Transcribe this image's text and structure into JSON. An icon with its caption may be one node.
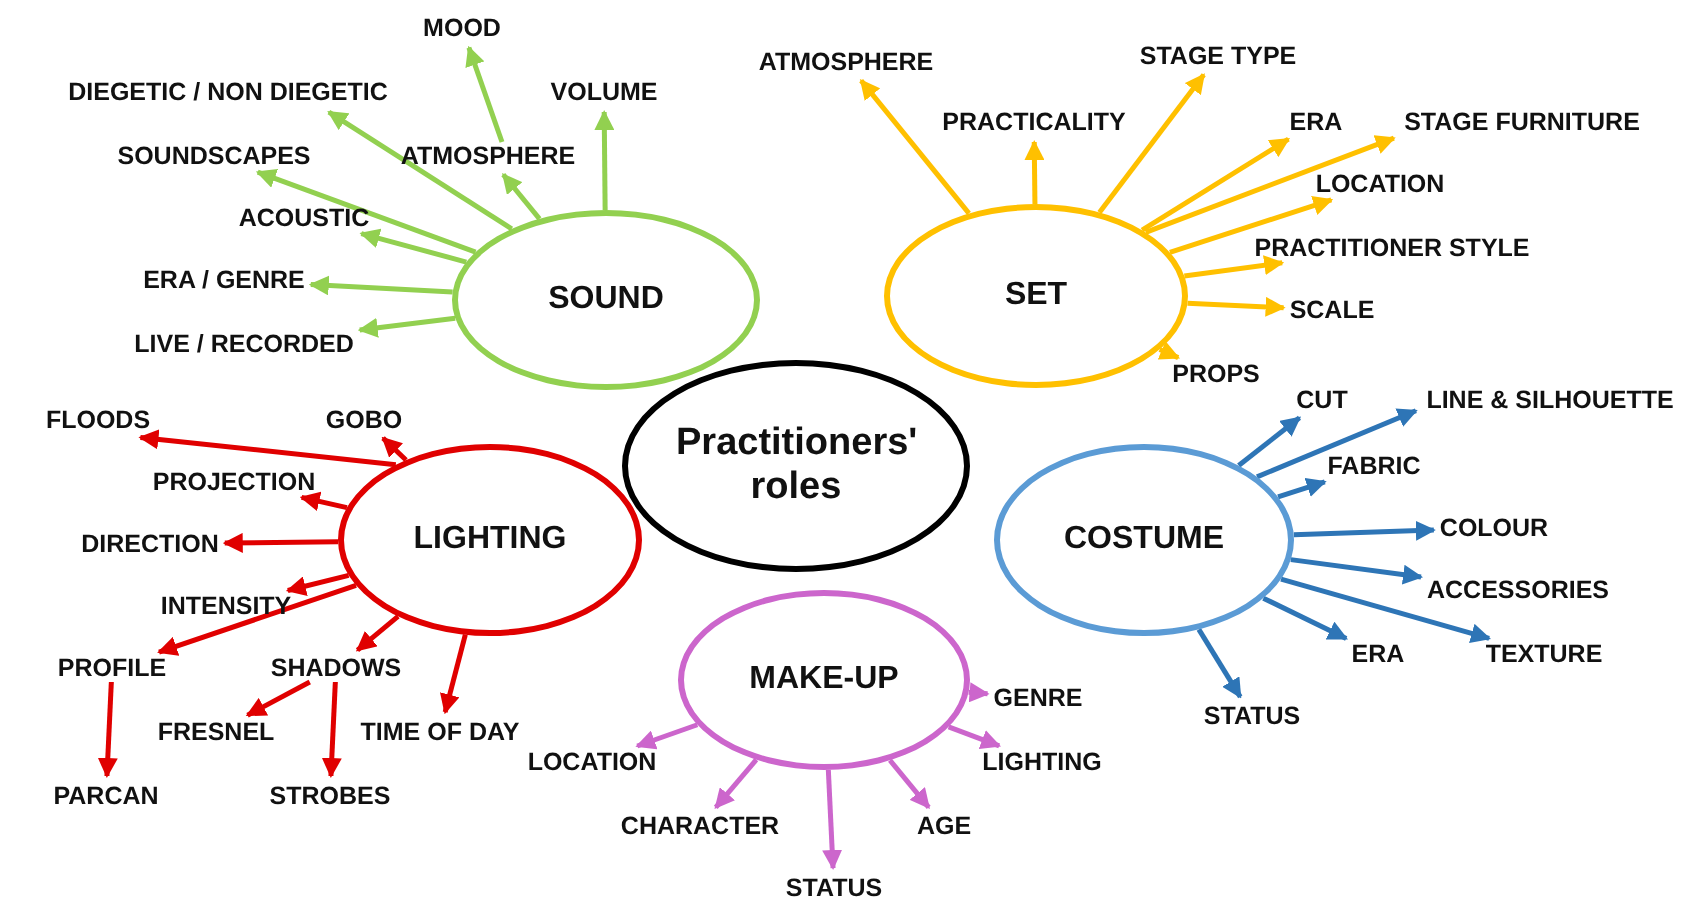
{
  "diagram": {
    "nodes": [
      {
        "text": [
          "Practitioners' roles"
        ]
      },
      {
        "text": [
          "SOUND"
        ]
      },
      {
        "text": [
          "SET"
        ]
      },
      {
        "text": [
          "LIGHTING"
        ]
      },
      {
        "text": [
          "COSTUME"
        ]
      },
      {
        "text": [
          "MAKE-UP"
        ]
      },
      {
        "text": [
          "MOOD"
        ]
      },
      {
        "text": [
          "DIEGETIC / NON DIEGETIC"
        ]
      },
      {
        "text": [
          "VOLUME"
        ]
      },
      {
        "text": [
          "SOUNDSCAPES"
        ]
      },
      {
        "text": [
          "ATMOSPHERE"
        ]
      },
      {
        "text": [
          "ACOUSTIC"
        ]
      },
      {
        "text": [
          "ERA / GENRE"
        ]
      },
      {
        "text": [
          "LIVE / RECORDED"
        ]
      },
      {
        "text": [
          "ATMOSPHERE"
        ]
      },
      {
        "text": [
          "STAGE TYPE"
        ]
      },
      {
        "text": [
          "PRACTICALITY"
        ]
      },
      {
        "text": [
          "ERA"
        ]
      },
      {
        "text": [
          "STAGE FURNITURE"
        ]
      },
      {
        "text": [
          "LOCATION"
        ]
      },
      {
        "text": [
          "PRACTITIONER STYLE"
        ]
      },
      {
        "text": [
          "SCALE"
        ]
      },
      {
        "text": [
          "PROPS"
        ]
      },
      {
        "text": [
          "FLOODS"
        ]
      },
      {
        "text": [
          "GOBO"
        ]
      },
      {
        "text": [
          "PROJECTION"
        ]
      },
      {
        "text": [
          "DIRECTION"
        ]
      },
      {
        "text": [
          "INTENSITY"
        ]
      },
      {
        "text": [
          "PROFILE"
        ]
      },
      {
        "text": [
          "SHADOWS"
        ]
      },
      {
        "text": [
          "FRESNEL"
        ]
      },
      {
        "text": [
          "TIME OF DAY"
        ]
      },
      {
        "text": [
          "PARCAN"
        ]
      },
      {
        "text": [
          "STROBES"
        ]
      },
      {
        "text": [
          "CUT"
        ]
      },
      {
        "text": [
          "LINE & SILHOUETTE"
        ]
      },
      {
        "text": [
          "FABRIC"
        ]
      },
      {
        "text": [
          "COLOUR"
        ]
      },
      {
        "text": [
          "ACCESSORIES"
        ]
      },
      {
        "text": [
          "ERA"
        ]
      },
      {
        "text": [
          "TEXTURE"
        ]
      },
      {
        "text": [
          "STATUS"
        ]
      },
      {
        "text": [
          "GENRE"
        ]
      },
      {
        "text": [
          "LOCATION"
        ]
      },
      {
        "text": [
          "LIGHTING"
        ]
      },
      {
        "text": [
          "CHARACTER"
        ]
      },
      {
        "text": [
          "AGE"
        ]
      },
      {
        "text": [
          "STATUS"
        ]
      }
    ],
    "edges": [
      {
        "from": 10,
        "to": 6,
        "arrow": "to",
        "color": "#92d050"
      },
      {
        "from": 1,
        "to": 7,
        "arrow": "to",
        "color": "#92d050"
      },
      {
        "from": 1,
        "to": 8,
        "arrow": "to",
        "color": "#92d050"
      },
      {
        "from": 1,
        "to": 9,
        "arrow": "to",
        "color": "#92d050"
      },
      {
        "from": 1,
        "to": 10,
        "arrow": "to",
        "color": "#92d050"
      },
      {
        "from": 1,
        "to": 11,
        "arrow": "to",
        "color": "#92d050"
      },
      {
        "from": 1,
        "to": 12,
        "arrow": "to",
        "color": "#92d050"
      },
      {
        "from": 1,
        "to": 13,
        "arrow": "to",
        "color": "#92d050"
      },
      {
        "from": 2,
        "to": 14,
        "arrow": "to",
        "color": "#ffc000"
      },
      {
        "from": 2,
        "to": 15,
        "arrow": "to",
        "color": "#ffc000"
      },
      {
        "from": 2,
        "to": 16,
        "arrow": "to",
        "color": "#ffc000"
      },
      {
        "from": 2,
        "to": 17,
        "arrow": "to",
        "color": "#ffc000"
      },
      {
        "from": 2,
        "to": 18,
        "arrow": "to",
        "color": "#ffc000"
      },
      {
        "from": 2,
        "to": 19,
        "arrow": "to",
        "color": "#ffc000"
      },
      {
        "from": 2,
        "to": 20,
        "arrow": "to",
        "color": "#ffc000"
      },
      {
        "from": 2,
        "to": 21,
        "arrow": "to",
        "color": "#ffc000"
      },
      {
        "from": 2,
        "to": 22,
        "arrow": "to",
        "color": "#ffc000"
      },
      {
        "from": 3,
        "to": 23,
        "arrow": "to"
      },
      {
        "from": 3,
        "to": 24,
        "arrow": "to"
      },
      {
        "from": 3,
        "to": 25,
        "arrow": "to"
      },
      {
        "from": 3,
        "to": 26,
        "arrow": "to"
      },
      {
        "from": 3,
        "to": 27,
        "arrow": "to"
      },
      {
        "from": 3,
        "to": 28,
        "arrow": "to"
      },
      {
        "from": 3,
        "to": 29,
        "arrow": "to"
      },
      {
        "from": 29,
        "to": 30,
        "arrow": "to"
      },
      {
        "from": 3,
        "to": 31,
        "arrow": "to"
      },
      {
        "from": 28,
        "to": 32,
        "arrow": "to"
      },
      {
        "from": 29,
        "to": 33,
        "arrow": "to"
      },
      {
        "from": 4,
        "to": 34,
        "arrow": "to",
        "color": "#2e75b6"
      },
      {
        "from": 4,
        "to": 35,
        "arrow": "to",
        "color": "#2e75b6"
      },
      {
        "from": 4,
        "to": 36,
        "arrow": "to",
        "color": "#2e75b6"
      },
      {
        "from": 4,
        "to": 37,
        "arrow": "to",
        "color": "#2e75b6"
      },
      {
        "from": 4,
        "to": 38,
        "arrow": "to",
        "color": "#2e75b6"
      },
      {
        "from": 4,
        "to": 39,
        "arrow": "to",
        "color": "#2e75b6"
      },
      {
        "from": 4,
        "to": 40,
        "arrow": "to",
        "color": "#2e75b6"
      },
      {
        "from": 4,
        "to": 41,
        "arrow": "to",
        "color": "#2e75b6"
      },
      {
        "from": 5,
        "to": 42,
        "arrow": "to",
        "color": "#cc66cc"
      },
      {
        "from": 5,
        "to": 43,
        "arrow": "to",
        "color": "#cc66cc"
      },
      {
        "from": 5,
        "to": 44,
        "arrow": "to",
        "color": "#cc66cc"
      },
      {
        "from": 5,
        "to": 45,
        "arrow": "to",
        "color": "#cc66cc"
      },
      {
        "from": 5,
        "to": 46,
        "arrow": "to",
        "color": "#cc66cc"
      },
      {
        "from": 5,
        "to": 47,
        "arrow": "to",
        "color": "#cc66cc"
      }
    ]
  }
}
